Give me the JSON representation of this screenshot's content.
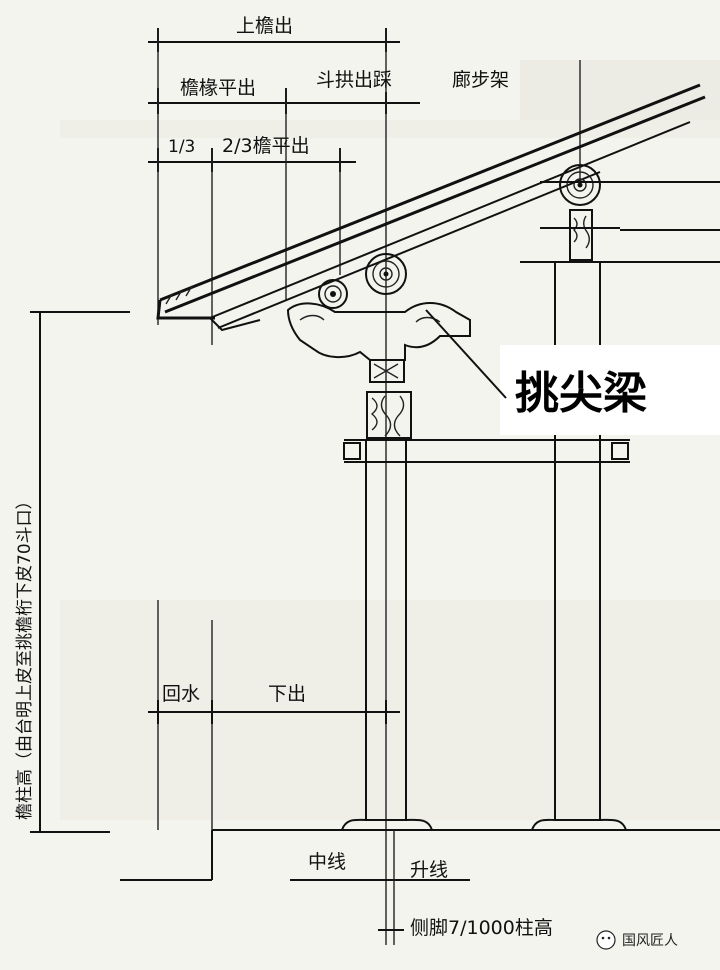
{
  "labels": {
    "shang_yan_chu": "上檐出",
    "yan_chuan_ping_chu": "檐椽平出",
    "dou_gong_chu_cai": "斗拱出踩",
    "lang_bu_jia": "廊步架",
    "one_third": "1/3",
    "two_thirds": "2/3檐平出",
    "tiao_jian_liang": "挑尖梁",
    "column_height": "檐柱高（由台明上皮至挑檐桁下皮70斗口）",
    "hui_shui": "回水",
    "xia_chu": "下出",
    "zhong_xian": "中线",
    "sheng_xian": "升线",
    "ce_jiao": "侧脚7/1000柱高"
  },
  "watermark": "国风匠人",
  "watermark_icon": "wechat-icon",
  "colors": {
    "ink": "#111111",
    "paper": "#f4f4ee",
    "callout_bg": "#ffffff"
  }
}
